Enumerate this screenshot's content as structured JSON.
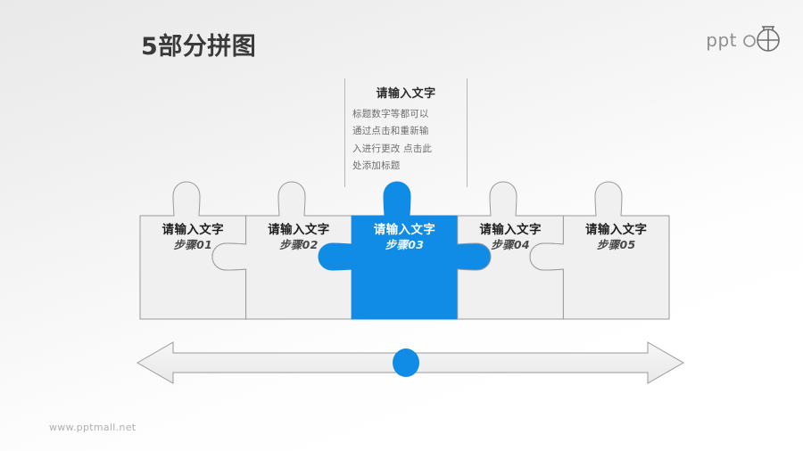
{
  "slide": {
    "title": "5部分拼图",
    "background_color": "#f2f2f2",
    "accent_color": "#108ce6",
    "piece_fill": "#f0f0f0"
  },
  "logo": {
    "text": "ppt",
    "mark_icon": "globe-circle-icon"
  },
  "callout": {
    "title": "请输入文字",
    "lines": [
      "标题数字等都可以",
      "通过点击和重新输",
      "入进行更改 点击此",
      "处添加标题"
    ],
    "body": "标题数字等都可以通过点击和重新输入进行更改 点击此处添加标题"
  },
  "puzzle": {
    "pieces": [
      {
        "title": "请输入文字",
        "step": "步骤01",
        "highlighted": false
      },
      {
        "title": "请输入文字",
        "step": "步骤02",
        "highlighted": false
      },
      {
        "title": "请输入文字",
        "step": "步骤03",
        "highlighted": true
      },
      {
        "title": "请输入文字",
        "step": "步骤04",
        "highlighted": false
      },
      {
        "title": "请输入文字",
        "step": "步骤05",
        "highlighted": false
      }
    ]
  },
  "arrow": {
    "icon": "double-headed-arrow-icon",
    "marker_icon": "blue-circle-marker"
  },
  "footer": {
    "url": "www.pptmall.net"
  }
}
